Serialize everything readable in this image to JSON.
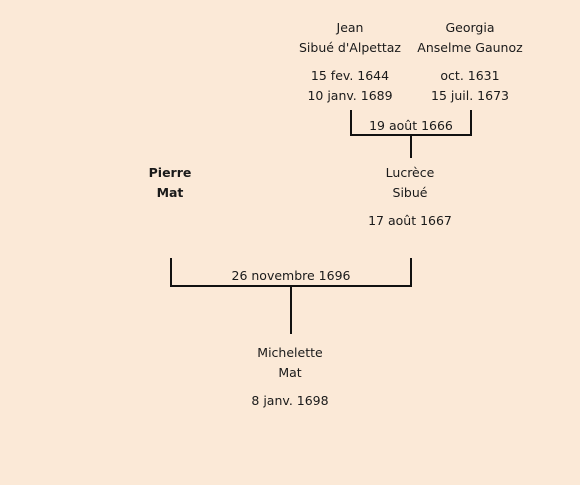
{
  "people": {
    "jean": {
      "first_name": "Jean",
      "last_name": "Sibué d'Alpettaz",
      "birth": "15 fev. 1644",
      "death": "10 janv. 1689"
    },
    "georgia": {
      "first_name": "Georgia",
      "last_name": "Anselme Gaunoz",
      "birth": "oct. 1631",
      "death": "15 juil. 1673"
    },
    "pierre": {
      "first_name": "Pierre",
      "last_name": "Mat"
    },
    "lucrece": {
      "first_name": "Lucrèce",
      "last_name": "Sibué",
      "birth": "17 août 1667"
    },
    "michelette": {
      "first_name": "Michelette",
      "last_name": "Mat",
      "birth": "8 janv. 1698"
    }
  },
  "marriages": {
    "jean_georgia": "19 août 1666",
    "pierre_lucrece": "26 novembre 1696"
  }
}
